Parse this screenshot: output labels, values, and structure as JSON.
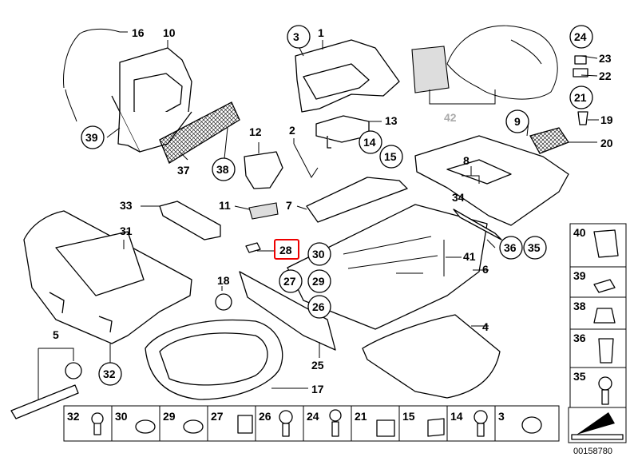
{
  "diagram": {
    "callouts": {
      "c1": "1",
      "c2": "2",
      "c3": "3",
      "c4": "4",
      "c5": "5",
      "c6": "6",
      "c7": "7",
      "c8": "8",
      "c9": "9",
      "c10": "10",
      "c11": "11",
      "c12": "12",
      "c13": "13",
      "c14": "14",
      "c15": "15",
      "c16": "16",
      "c17": "17",
      "c18": "18",
      "c19": "19",
      "c20": "20",
      "c21": "21",
      "c22": "22",
      "c23": "23",
      "c24": "24",
      "c25": "25",
      "c26": "26",
      "c27": "27",
      "c28": "28",
      "c29": "29",
      "c30": "30",
      "c31": "31",
      "c32": "32",
      "c33": "33",
      "c34": "34",
      "c35": "35",
      "c36": "36",
      "c37": "37",
      "c38": "38",
      "c39": "39",
      "c40": "40",
      "c41": "41",
      "c42": "42"
    },
    "highlighted_callout": "28",
    "highlight_color": "#e00000",
    "greyed_callout_color": "#aaaaaa",
    "legend_right": [
      "40",
      "39",
      "38",
      "36",
      "35"
    ],
    "legend_bottom": [
      "32",
      "30",
      "29",
      "27",
      "26",
      "24",
      "21",
      "15",
      "14",
      "3"
    ],
    "diagram_number": "00158780"
  }
}
